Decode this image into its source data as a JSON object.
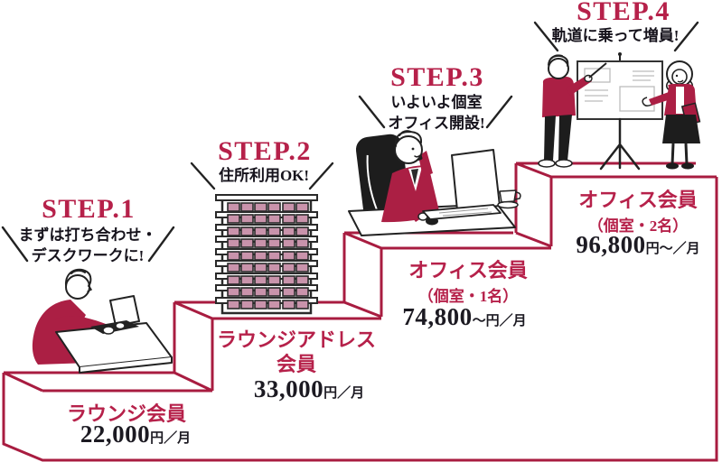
{
  "palette": {
    "accent_crimson": "#a81c40",
    "text_red": "#b6214a",
    "text_black": "#1c1a22",
    "window_pink": "#c993ab"
  },
  "steps": [
    {
      "step_label": "STEP.1",
      "tagline_lines": [
        "まずは打ち合わせ・",
        "デスクワークに!"
      ],
      "plan_name_lines": [
        "ラウンジ会員"
      ],
      "price_number": "22,000",
      "price_unit": "円／月",
      "illustration": "person-working-on-laptop"
    },
    {
      "step_label": "STEP.2",
      "tagline_lines": [
        "住所利用OK!"
      ],
      "plan_name_lines": [
        "ラウンジアドレス",
        "会員"
      ],
      "price_number": "33,000",
      "price_unit": "円／月",
      "illustration": "office-building"
    },
    {
      "step_label": "STEP.3",
      "tagline_lines": [
        "いよいよ個室",
        "オフィス開設!"
      ],
      "plan_name_lines": [
        "オフィス会員",
        "（個室・1名）"
      ],
      "price_number": "74,800",
      "price_unit": "〜円／月",
      "illustration": "person-on-phone-at-desk"
    },
    {
      "step_label": "STEP.4",
      "tagline_lines": [
        "軌道に乗って増員!"
      ],
      "plan_name_lines": [
        "オフィス会員",
        "（個室・2名）"
      ],
      "price_number": "96,800",
      "price_unit": "円〜／月",
      "illustration": "two-people-whiteboard-meeting"
    }
  ]
}
